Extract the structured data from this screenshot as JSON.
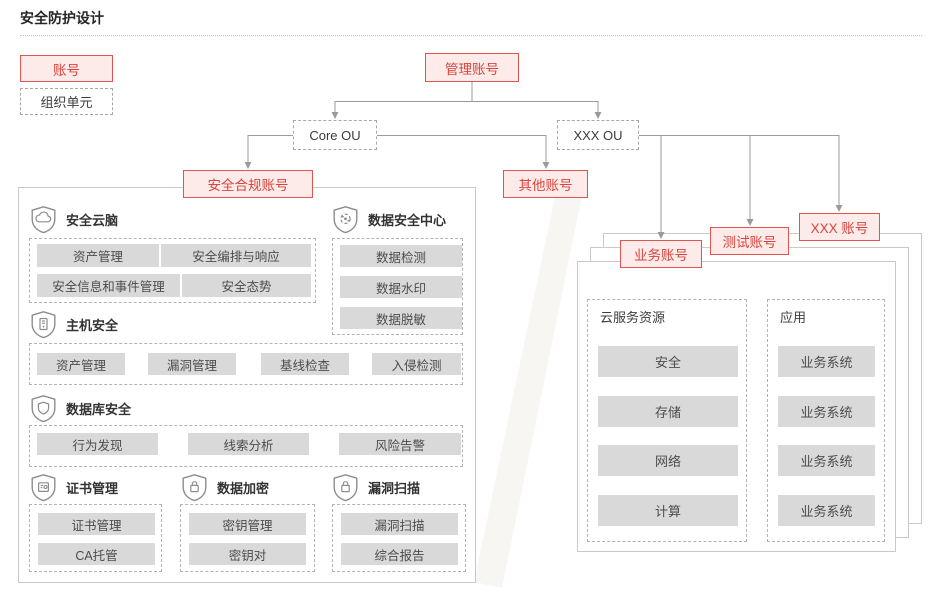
{
  "page": {
    "title": "安全防护设计"
  },
  "legend": {
    "account_label": "账号",
    "org_unit_label": "组织单元"
  },
  "tree": {
    "management_account": "管理账号",
    "core_ou": "Core OU",
    "xxx_ou": "XXX OU",
    "security_compliance_account": "安全合规账号",
    "other_account": "其他账号",
    "business_account": "业务账号",
    "test_account": "测试账号",
    "xxx_account": "XXX 账号"
  },
  "security_panel": {
    "sections": [
      {
        "title": "安全云脑",
        "icon": "shield-cloud-icon",
        "items": [
          "资产管理",
          "安全编排与响应",
          "安全信息和事件管理",
          "安全态势"
        ]
      },
      {
        "title": "数据安全中心",
        "icon": "shield-scan-icon",
        "items": [
          "数据检测",
          "数据水印",
          "数据脱敏"
        ]
      },
      {
        "title": "主机安全",
        "icon": "shield-host-icon",
        "items": [
          "资产管理",
          "漏洞管理",
          "基线检查",
          "入侵检测"
        ]
      },
      {
        "title": "数据库安全",
        "icon": "shield-badge-icon",
        "items": [
          "行为发现",
          "线索分析",
          "风险告警"
        ]
      },
      {
        "title": "证书管理",
        "icon": "shield-cert-icon",
        "items": [
          "证书管理",
          "CA托管"
        ]
      },
      {
        "title": "数据加密",
        "icon": "shield-lock-icon",
        "items": [
          "密钥管理",
          "密钥对"
        ]
      },
      {
        "title": "漏洞扫描",
        "icon": "shield-lock-icon",
        "items": [
          "漏洞扫描",
          "综合报告"
        ]
      }
    ]
  },
  "business_panel": {
    "cloud_resources": {
      "title": "云服务资源",
      "items": [
        "安全",
        "存储",
        "网络",
        "计算"
      ]
    },
    "applications": {
      "title": "应用",
      "items": [
        "业务系统",
        "业务系统",
        "业务系统",
        "业务系统"
      ]
    }
  },
  "colors": {
    "accent_red": "#dd5450",
    "red_fill": "#fcebe9",
    "line_gray": "#9b9b9b",
    "item_gray": "#d9d9d9"
  }
}
